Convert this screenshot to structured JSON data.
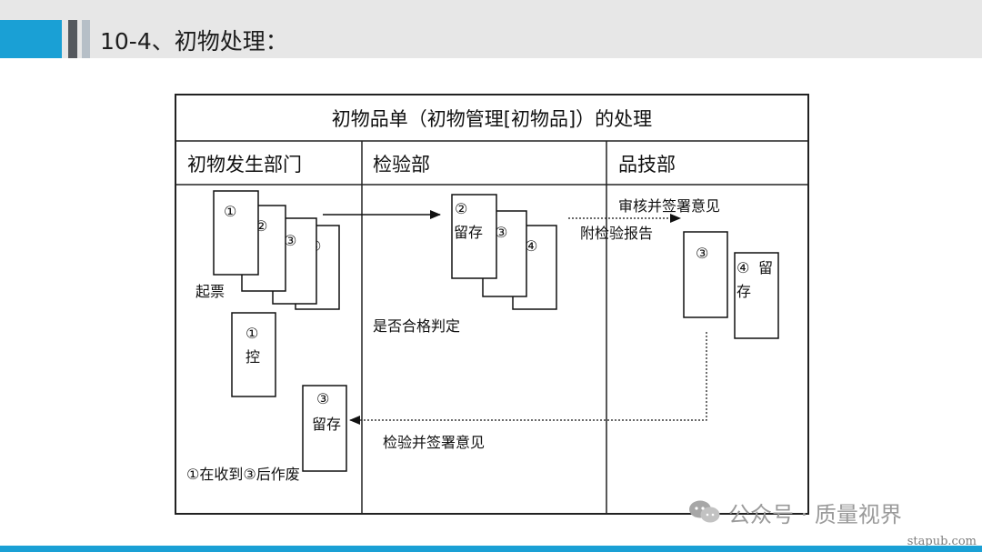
{
  "page": {
    "title": "10-4、初物处理："
  },
  "table": {
    "title": "初物品单（初物管理[初物品]）的处理",
    "columns": [
      "初物发生部门",
      "检验部",
      "品技部"
    ]
  },
  "docs": {
    "c1": [
      "①",
      "②",
      "③",
      "④",
      "①",
      "③"
    ],
    "c1_text": [
      "控",
      "留存"
    ],
    "c2": [
      "②",
      "③",
      "④"
    ],
    "c2_text": [
      "留存"
    ],
    "c3": [
      "③",
      "④"
    ],
    "c3_text": [
      "留",
      "存"
    ]
  },
  "labels": {
    "qipiao": "起票",
    "void_note": "①在收到③后作废",
    "judge": "是否合格判定",
    "inspect_sign": "检验并签署意见",
    "attach_report": "附检验报告",
    "review_sign": "审核并签署意见"
  },
  "watermark": {
    "text": "公众号 · 质量视界",
    "site": "stapub.com"
  },
  "colors": {
    "accent": "#1aa0d5",
    "bar_dark": "#55595e",
    "bar_light": "#b6bfc7",
    "header_bg": "#e7e7e7"
  }
}
